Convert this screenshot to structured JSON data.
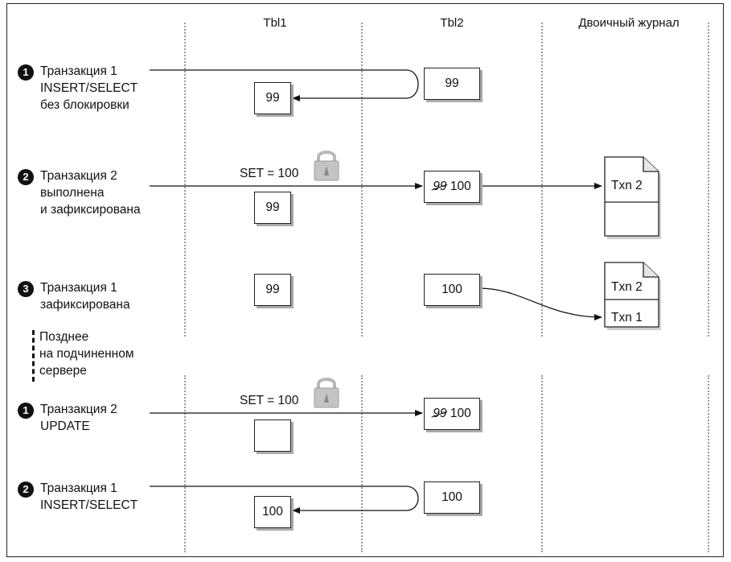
{
  "columns": {
    "tbl1": "Tbl1",
    "tbl2": "Tbl2",
    "binlog": "Двоичный журнал"
  },
  "steps": [
    {
      "num": "1",
      "lines": [
        "Транзакция 1",
        "INSERT/SELECT",
        "без блокировки"
      ],
      "tbl1": "99",
      "tbl2": "99"
    },
    {
      "num": "2",
      "lines": [
        "Транзакция 2",
        "выполнена",
        "и зафиксирована"
      ],
      "set": "SET = 100",
      "tbl1": "99",
      "tbl2_old": "99",
      "tbl2_new": "100",
      "log": [
        "Txn 2",
        ""
      ]
    },
    {
      "num": "3",
      "lines": [
        "Транзакция 1",
        "зафиксирована"
      ],
      "tbl1": "99",
      "tbl2": "100",
      "log": [
        "Txn 2",
        "Txn 1"
      ]
    }
  ],
  "later": [
    "Позднее",
    "на подчиненном",
    "сервере"
  ],
  "slave_steps": [
    {
      "num": "1",
      "lines": [
        "Транзакция 2",
        "UPDATE"
      ],
      "set": "SET = 100",
      "tbl1": "",
      "tbl2_old": "99",
      "tbl2_new": "100"
    },
    {
      "num": "2",
      "lines": [
        "Транзакция 1",
        "INSERT/SELECT"
      ],
      "tbl1": "100",
      "tbl2": "100"
    }
  ],
  "icons": [
    "lock-icon",
    "document-icon"
  ]
}
